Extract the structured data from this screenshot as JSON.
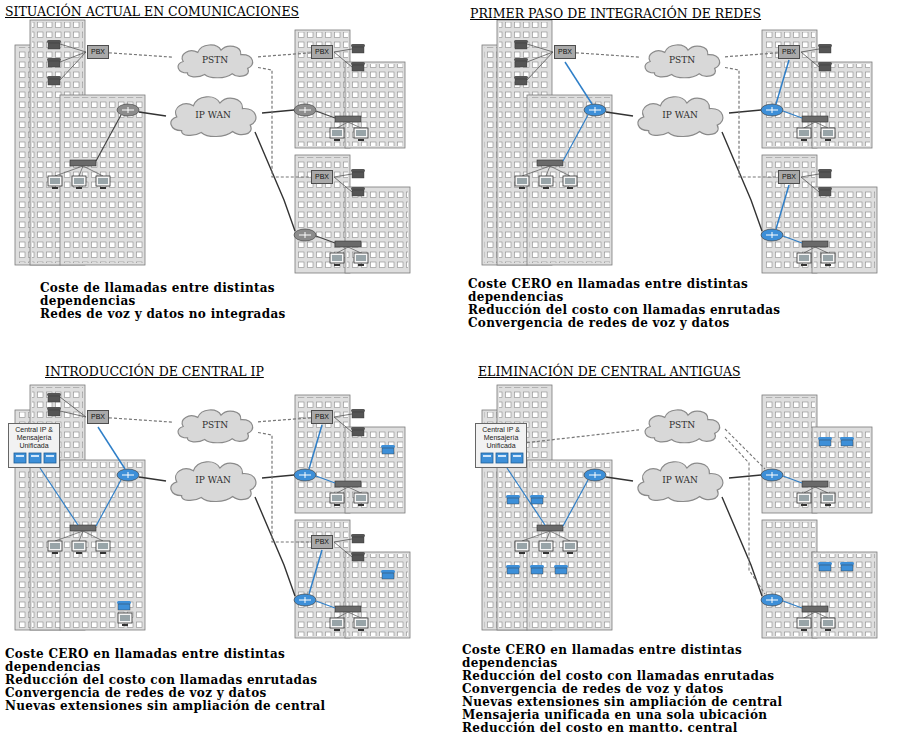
{
  "diagram": {
    "nodes": [
      {
        "text": [
          "PBX"
        ]
      },
      {
        "text": [
          "PSTN"
        ]
      },
      {
        "text": [
          "IP WAN"
        ]
      },
      {
        "text": [
          "PBX"
        ]
      },
      {
        "text": [
          "PBX"
        ]
      },
      {
        "text": [
          "PBX"
        ]
      },
      {
        "text": [
          "PSTN"
        ]
      },
      {
        "text": [
          "IP WAN"
        ]
      },
      {
        "text": [
          "PBX"
        ]
      },
      {
        "text": [
          "PBX"
        ]
      },
      {
        "text": [
          "Central IP & Mensajería Unificada"
        ]
      },
      {
        "text": [
          "PBX"
        ]
      },
      {
        "text": [
          "PSTN"
        ]
      },
      {
        "text": [
          "IP WAN"
        ]
      },
      {
        "text": [
          "PBX"
        ]
      },
      {
        "text": [
          "PBX"
        ]
      },
      {
        "text": [
          "Central IP & Mensajería Unificada"
        ]
      },
      {
        "text": [
          "PSTN"
        ]
      },
      {
        "text": [
          "IP WAN"
        ]
      }
    ],
    "edges": [
      {
        "from": 0,
        "to": 1,
        "arrow": "none"
      },
      {
        "from": 1,
        "to": 3,
        "arrow": "none"
      },
      {
        "from": 1,
        "to": 4,
        "arrow": "none"
      },
      {
        "from": 5,
        "to": 6,
        "arrow": "none"
      },
      {
        "from": 6,
        "to": 8,
        "arrow": "none"
      },
      {
        "from": 6,
        "to": 9,
        "arrow": "none"
      },
      {
        "from": 11,
        "to": 12,
        "arrow": "none"
      },
      {
        "from": 12,
        "to": 14,
        "arrow": "none"
      },
      {
        "from": 12,
        "to": 15,
        "arrow": "none"
      },
      {
        "from": 16,
        "to": 17,
        "arrow": "none"
      }
    ],
    "labels": [
      "SITUACIÓN ACTUAL EN COMUNICACIONES",
      "Coste de llamadas entre distintas dependencias",
      "Redes de voz y datos no integradas",
      "PRIMER PASO DE INTEGRACIÓN DE REDES",
      "Coste CERO en llamadas entre distintas dependencias",
      "Reducción del costo con llamadas enrutadas",
      "Convergencia de redes de voz y datos",
      "INTRODUCCIÓN DE CENTRAL IP",
      "Coste CERO en llamadas entre distintas dependencias",
      "Reducción del costo con llamadas enrutadas",
      "Convergencia de redes de voz y datos",
      "Nuevas extensiones sin ampliación de central",
      "ELIMINACIÓN DE CENTRAL ANTIGUAS",
      "Coste CERO en llamadas entre distintas dependencias",
      "Reducción del costo con llamadas enrutadas",
      "Convergencia de redes de voz y datos",
      "Nuevas extensiones sin ampliación de central",
      "Mensajeria unificada en una sola ubicación",
      "Reducción del costo en mantto. central"
    ]
  }
}
